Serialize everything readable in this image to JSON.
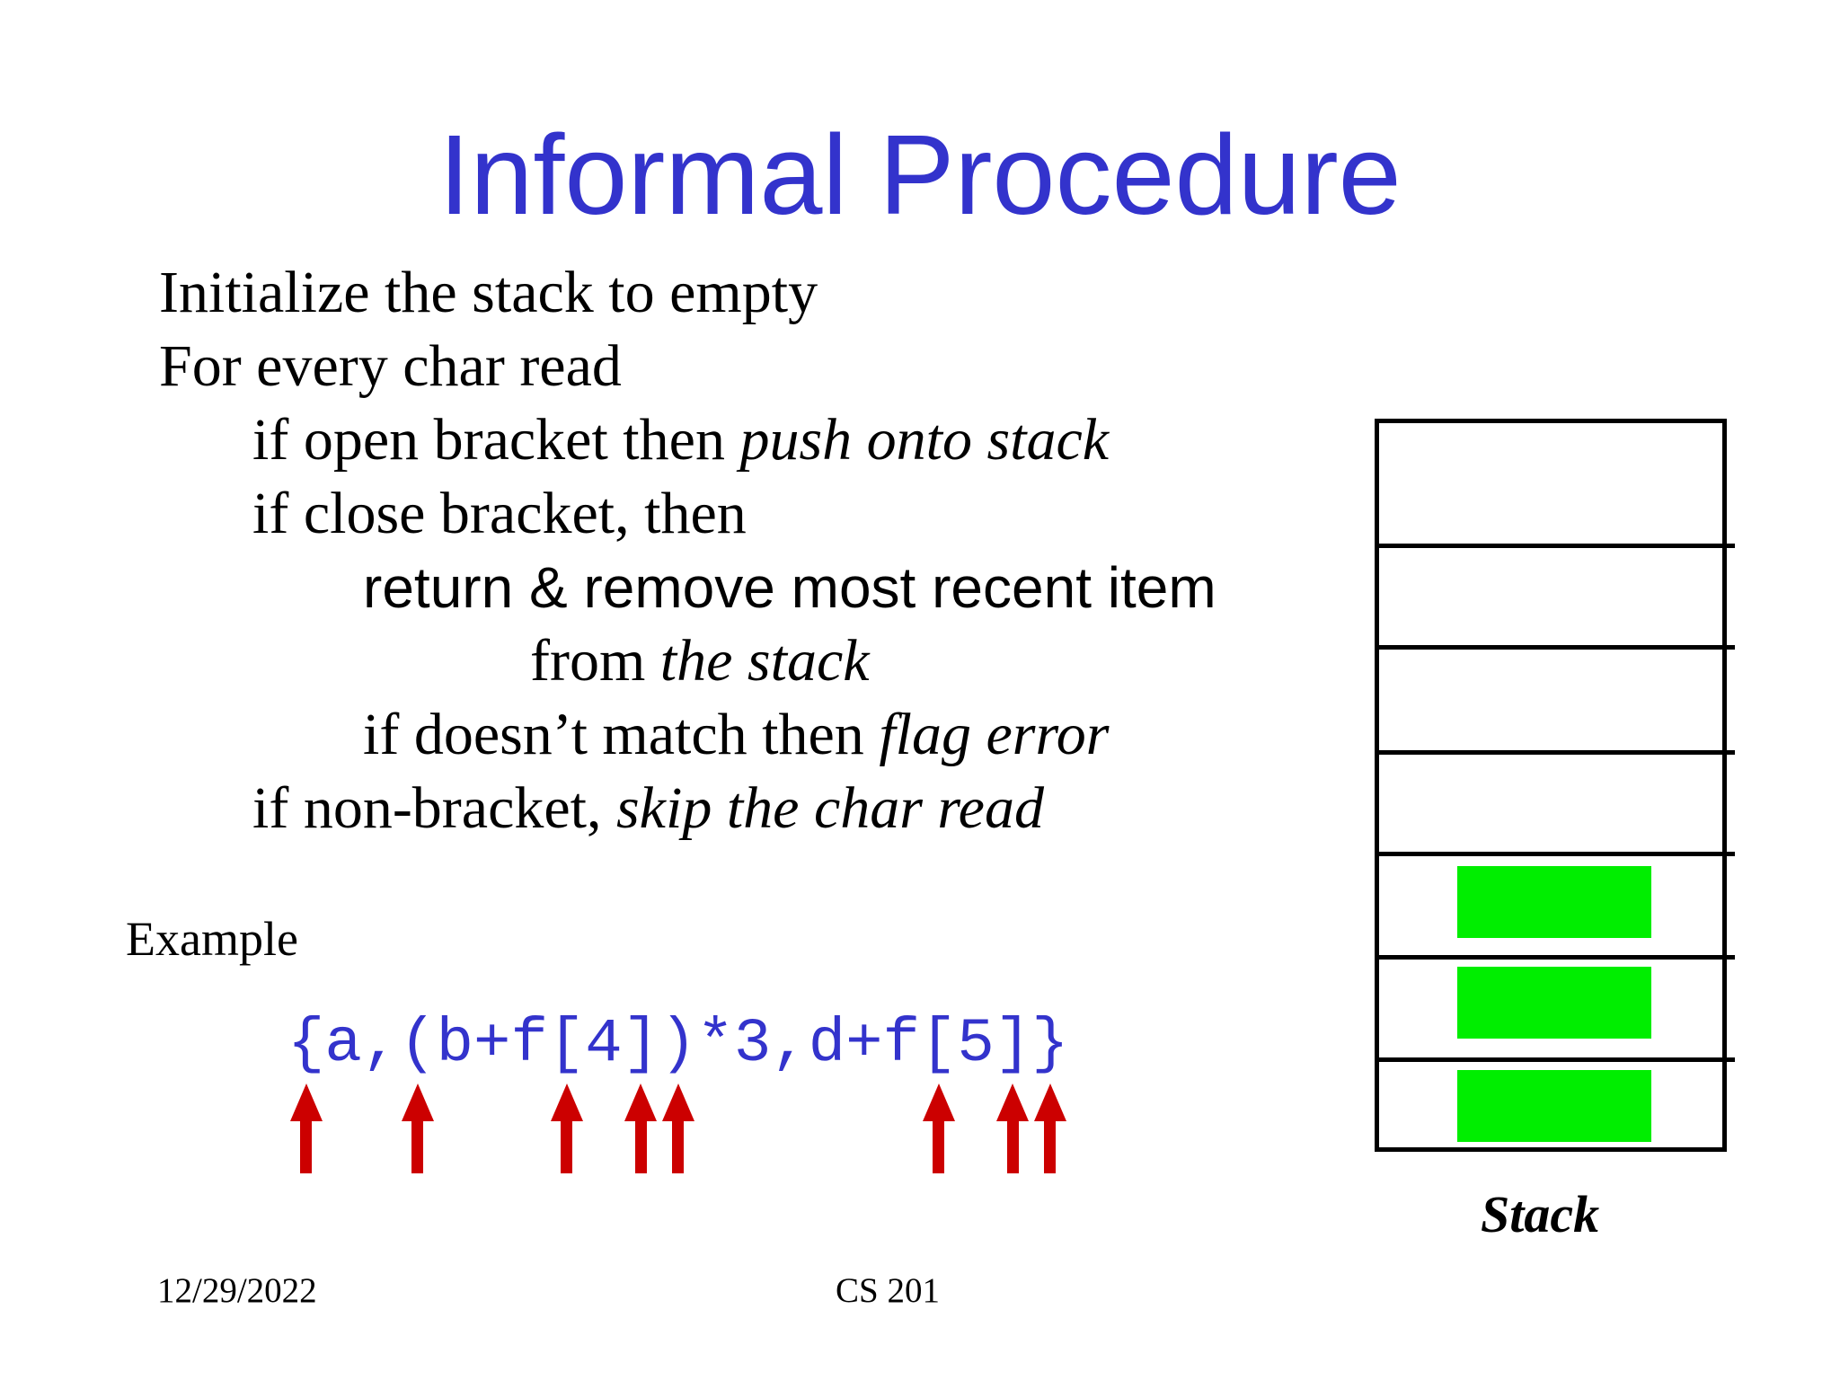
{
  "slide": {
    "title": "Informal Procedure",
    "body_lines": [
      {
        "indent": 0,
        "segments": [
          {
            "text": "Initialize the stack to empty",
            "style": "serif"
          }
        ]
      },
      {
        "indent": 0,
        "segments": [
          {
            "text": "For every char read",
            "style": "serif"
          }
        ]
      },
      {
        "indent": 1,
        "segments": [
          {
            "text": "if open bracket then ",
            "style": "serif"
          },
          {
            "text": "push onto stack",
            "style": "serif-italic"
          }
        ]
      },
      {
        "indent": 1,
        "segments": [
          {
            "text": "if close bracket, then",
            "style": "serif"
          }
        ]
      },
      {
        "indent": 2,
        "segments": [
          {
            "text": "return & remove most recent item",
            "style": "sans"
          }
        ]
      },
      {
        "indent": 3,
        "segments": [
          {
            "text": "from ",
            "style": "serif"
          },
          {
            "text": "the stack",
            "style": "serif-italic"
          }
        ]
      },
      {
        "indent": 2,
        "segments": [
          {
            "text": "if doesn’t match then ",
            "style": "serif"
          },
          {
            "text": "flag error",
            "style": "serif-italic"
          }
        ]
      },
      {
        "indent": 1,
        "segments": [
          {
            "text": "if non-bracket, ",
            "style": "serif"
          },
          {
            "text": "skip the char read",
            "style": "serif-italic"
          }
        ]
      }
    ],
    "example_label": "Example",
    "code": "{a,(b+f[4])*3,d+f[5]}",
    "arrow_char_indices": [
      0,
      3,
      7,
      9,
      10,
      17,
      19,
      20
    ],
    "stack": {
      "label": "Stack",
      "rows": 7,
      "filled_rows_from_bottom": 3
    },
    "footer": {
      "date": "12/29/2022",
      "course": "CS 201"
    },
    "colors": {
      "title_blue": "#3333CC",
      "code_blue": "#3333CC",
      "arrow_red": "#CC0000",
      "fill_green": "#00EE00"
    }
  }
}
